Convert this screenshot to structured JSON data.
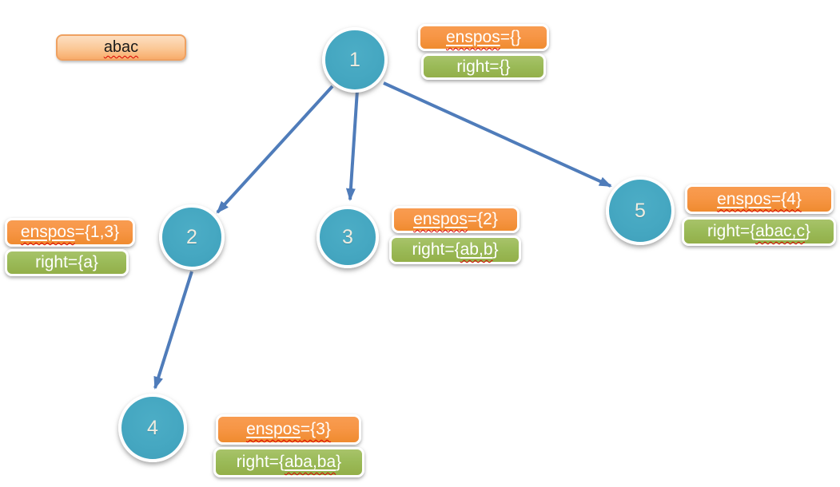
{
  "title": {
    "text": "abac"
  },
  "colors": {
    "node_fill": "#45a7c1",
    "orange_chip": "#f79646",
    "green_chip": "#9bbb59",
    "title_fill": "#fbc896",
    "arrow": "#4f7cba",
    "squiggle": "#d90000"
  },
  "edges": [
    {
      "from": "1",
      "to": "2"
    },
    {
      "from": "1",
      "to": "3"
    },
    {
      "from": "1",
      "to": "5"
    },
    {
      "from": "2",
      "to": "4"
    }
  ],
  "nodes": [
    {
      "number": "1",
      "enspos": {
        "word": "enspos",
        "rest": "={}"
      },
      "right": {
        "prefix": "right={}",
        "word": "",
        "suffix": ""
      }
    },
    {
      "number": "2",
      "enspos": {
        "word": "enspos",
        "rest": "={1,3}"
      },
      "right": {
        "prefix": "right={a}",
        "word": "",
        "suffix": ""
      }
    },
    {
      "number": "3",
      "enspos": {
        "word": "enspos",
        "rest": "={2}"
      },
      "right": {
        "prefix": "right={",
        "word": "ab,b",
        "suffix": "}"
      }
    },
    {
      "number": "4",
      "enspos": {
        "word": "enspos",
        "rest": "={3}"
      },
      "right": {
        "prefix": "right={",
        "word": "aba,ba",
        "suffix": "}"
      }
    },
    {
      "number": "5",
      "enspos": {
        "word": "enspos",
        "rest": "={4}"
      },
      "right": {
        "prefix": "right={",
        "word": "abac,c",
        "suffix": "}"
      }
    }
  ]
}
